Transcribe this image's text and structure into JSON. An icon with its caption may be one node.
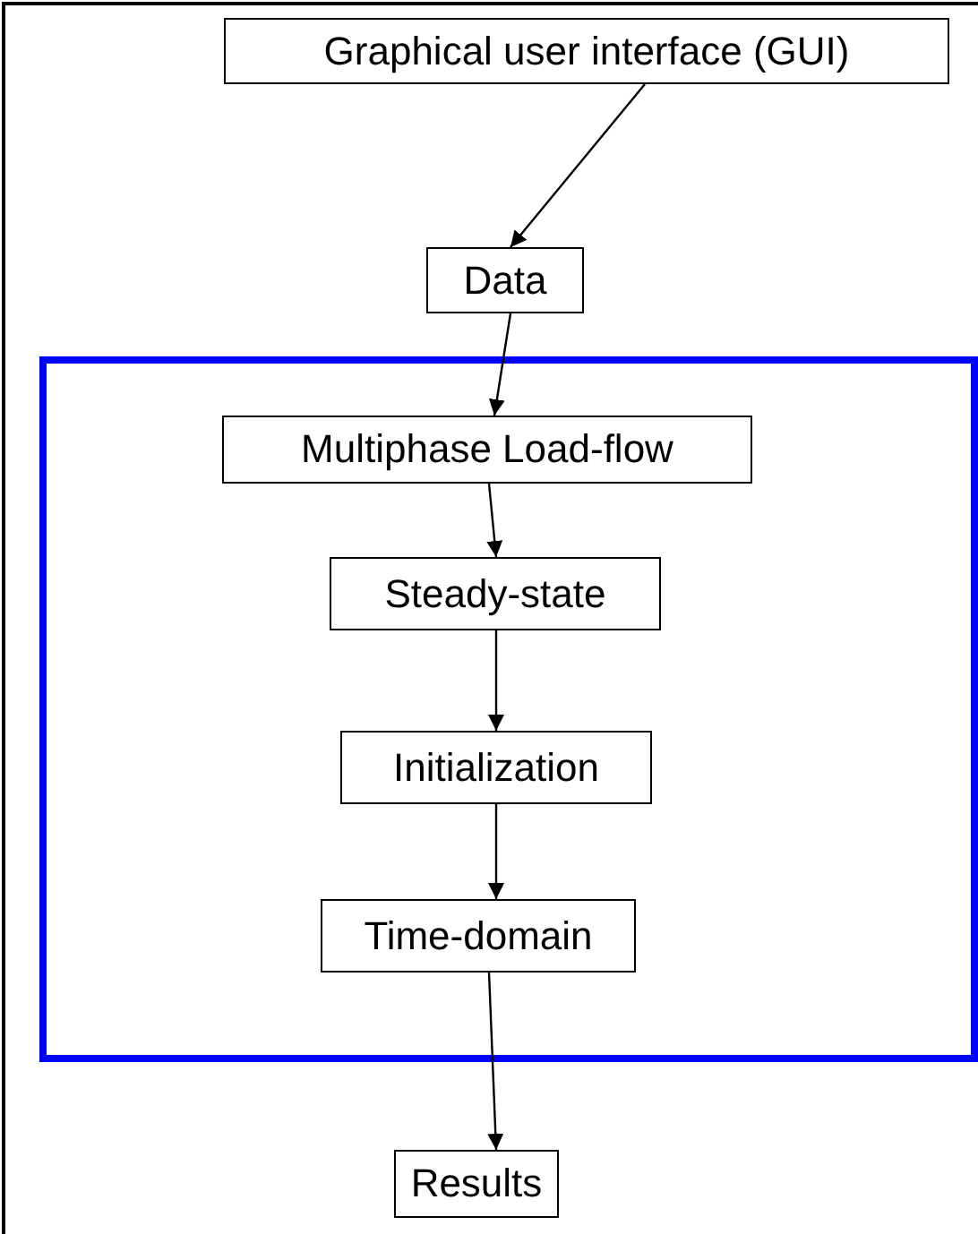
{
  "diagram": {
    "nodes": [
      {
        "text": [
          "Graphical user interface (GUI)"
        ]
      },
      {
        "text": [
          "Data"
        ]
      },
      {
        "text": [],
        "shape": "box"
      },
      {
        "text": [
          "Multiphase Load-flow"
        ],
        "in": 2
      },
      {
        "text": [
          "Steady-state"
        ],
        "in": 2
      },
      {
        "text": [
          "Initialization"
        ],
        "in": 2
      },
      {
        "text": [
          "Time-domain"
        ],
        "in": 2
      },
      {
        "text": [
          "Results"
        ]
      }
    ],
    "edges": [
      {
        "from": 0,
        "to": 1,
        "arrow": "to"
      },
      {
        "from": 1,
        "to": 3,
        "arrow": "to"
      },
      {
        "from": 3,
        "to": 4,
        "arrow": "to"
      },
      {
        "from": 4,
        "to": 5,
        "arrow": "to"
      },
      {
        "from": 5,
        "to": 6,
        "arrow": "to"
      },
      {
        "from": 6,
        "to": 7,
        "arrow": "to"
      }
    ]
  }
}
